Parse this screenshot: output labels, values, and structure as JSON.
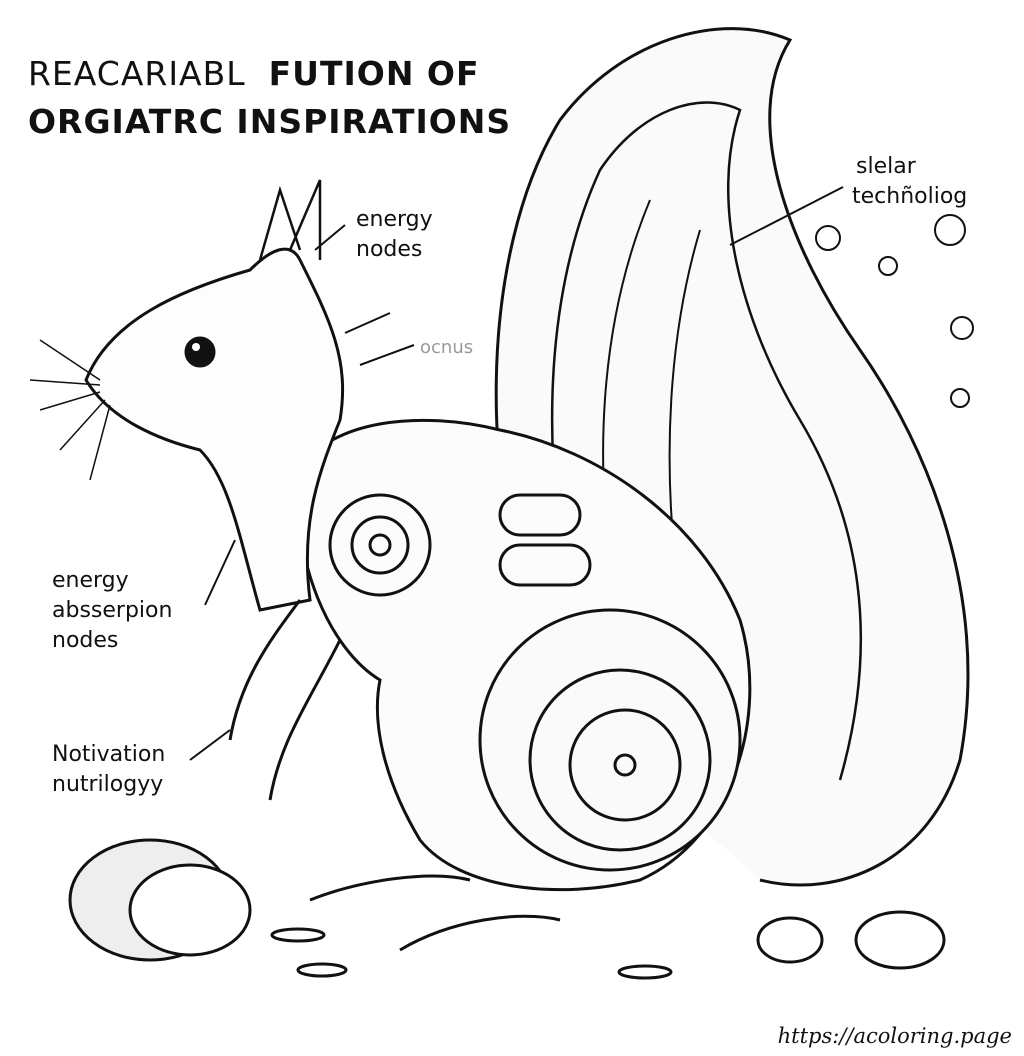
{
  "title": {
    "line1_light": "REACARIABL",
    "line1_bold": "FUTION OF",
    "line2": "ORGIATRC INSPIRATIONS"
  },
  "labels": {
    "energy_nodes": [
      "energy",
      "nodes"
    ],
    "ocnus": "ocnus",
    "slelar_technology": [
      "slelar",
      "techñoliog"
    ],
    "energy_absorption_nodes": [
      "energy",
      "absserpion",
      "nodes"
    ],
    "notivation_nutrilogy": [
      "Notivation",
      "nutrilogyy"
    ]
  },
  "credit": "https://acoloring.page"
}
